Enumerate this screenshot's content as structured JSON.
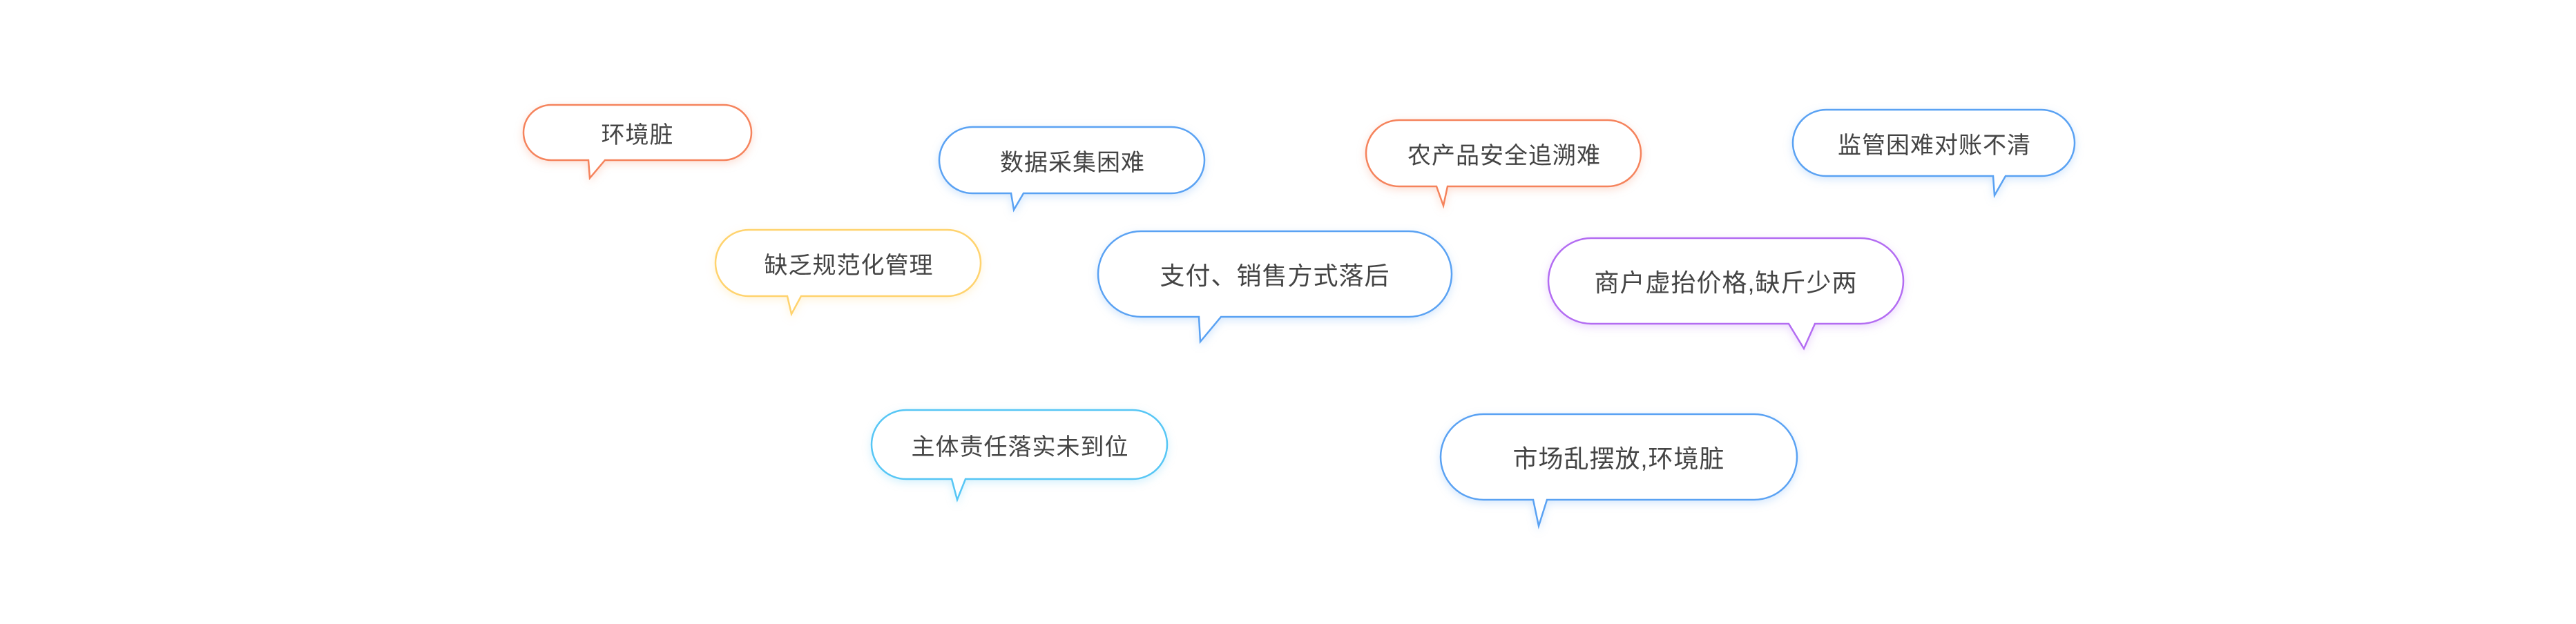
{
  "colors": {
    "orange": "#F5835C",
    "blue": "#5AA2F3",
    "yellow": "#FFD36E",
    "purple": "#B36CF2",
    "cyan": "#56C6F5",
    "text": "#444444"
  },
  "bubbles": [
    {
      "id": "environment-dirty",
      "text": "环境脏",
      "color_key": "orange"
    },
    {
      "id": "data-collection-hard",
      "text": "数据采集困难",
      "color_key": "blue"
    },
    {
      "id": "produce-safety-trace-hard",
      "text": "农产品安全追溯难",
      "color_key": "orange"
    },
    {
      "id": "supervision-hard",
      "text": "监管困难对账不清",
      "color_key": "blue"
    },
    {
      "id": "lack-standard-management",
      "text": "缺乏规范化管理",
      "color_key": "yellow"
    },
    {
      "id": "payment-sales-backward",
      "text": "支付、销售方式落后",
      "color_key": "blue"
    },
    {
      "id": "merchant-price-short-weight",
      "text": "商户虚抬价格,缺斤少两",
      "color_key": "purple"
    },
    {
      "id": "responsibility-not-implemented",
      "text": "主体责任落实未到位",
      "color_key": "cyan"
    },
    {
      "id": "market-disorder-dirty",
      "text": "市场乱摆放,环境脏",
      "color_key": "blue"
    }
  ]
}
